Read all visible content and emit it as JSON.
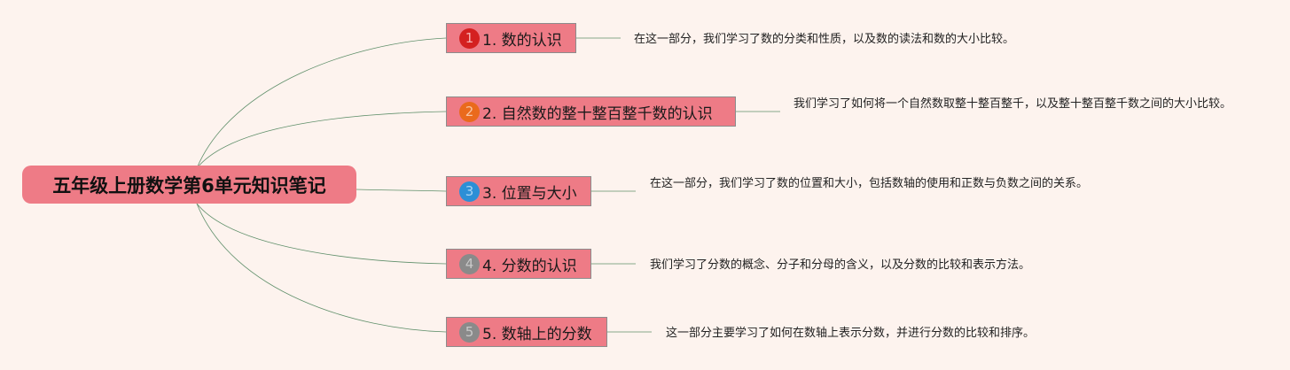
{
  "root": {
    "title": "五年级上册数学第6单元知识笔记"
  },
  "colors": {
    "node_fill": "#ee7b86",
    "link": "#5f8f6a",
    "badges": [
      "#d42020",
      "#ea6a1c",
      "#2c8fd6",
      "#8a8a8a",
      "#8a8a8a"
    ]
  },
  "branches": [
    {
      "badge": "1",
      "label": "1. 数的认识",
      "desc": "在这一部分，我们学习了数的分类和性质，以及数的读法和数的大小比较。"
    },
    {
      "badge": "2",
      "label": "2. 自然数的整十整百整千数的认识",
      "desc": "我们学习了如何将一个自然数取整十整百整千，以及整十整百整千数之间的大小比较。"
    },
    {
      "badge": "3",
      "label": "3. 位置与大小",
      "desc": "在这一部分，我们学习了数的位置和大小，包括数轴的使用和正数与负数之间的关系。"
    },
    {
      "badge": "4",
      "label": "4. 分数的认识",
      "desc": "我们学习了分数的概念、分子和分母的含义，以及分数的比较和表示方法。"
    },
    {
      "badge": "5",
      "label": "5. 数轴上的分数",
      "desc": "这一部分主要学习了如何在数轴上表示分数，并进行分数的比较和排序。"
    }
  ]
}
